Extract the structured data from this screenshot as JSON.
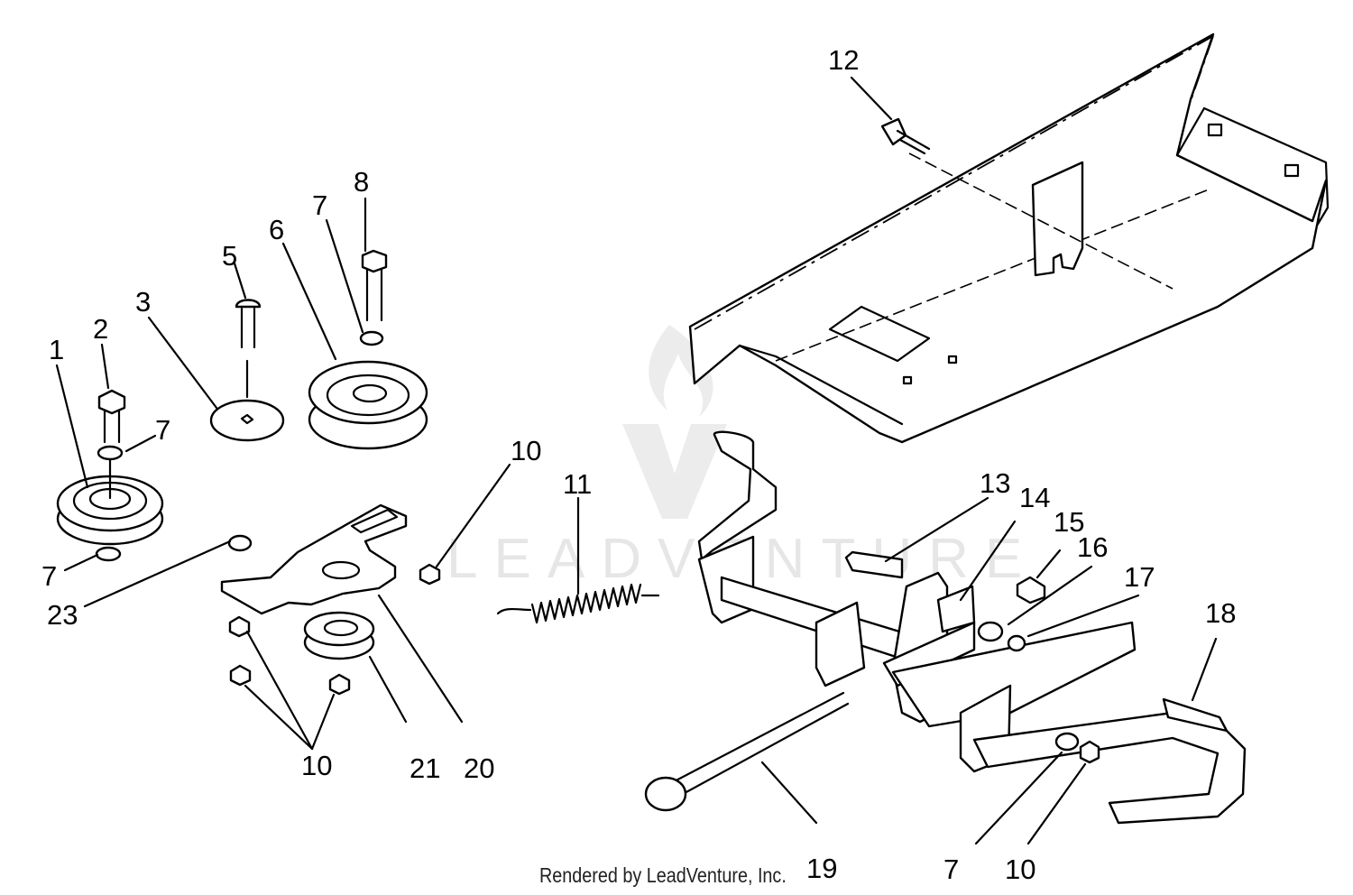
{
  "diagram": {
    "callouts": [
      {
        "id": "c1",
        "text": "1"
      },
      {
        "id": "c2",
        "text": "2"
      },
      {
        "id": "c3",
        "text": "3"
      },
      {
        "id": "c5",
        "text": "5"
      },
      {
        "id": "c6",
        "text": "6"
      },
      {
        "id": "c7a",
        "text": "7"
      },
      {
        "id": "c8",
        "text": "8"
      },
      {
        "id": "c7b",
        "text": "7"
      },
      {
        "id": "c7c",
        "text": "7"
      },
      {
        "id": "c23",
        "text": "23"
      },
      {
        "id": "c10a",
        "text": "10"
      },
      {
        "id": "c11",
        "text": "11"
      },
      {
        "id": "c10b",
        "text": "10"
      },
      {
        "id": "c21",
        "text": "21"
      },
      {
        "id": "c20",
        "text": "20"
      },
      {
        "id": "c12",
        "text": "12"
      },
      {
        "id": "c13",
        "text": "13"
      },
      {
        "id": "c14",
        "text": "14"
      },
      {
        "id": "c15",
        "text": "15"
      },
      {
        "id": "c16",
        "text": "16"
      },
      {
        "id": "c17",
        "text": "17"
      },
      {
        "id": "c18",
        "text": "18"
      },
      {
        "id": "c19",
        "text": "19"
      },
      {
        "id": "c7d",
        "text": "7"
      },
      {
        "id": "c10c",
        "text": "10"
      }
    ]
  },
  "watermark": {
    "text": "LEADVENTURE",
    "color": "#e6e6e6"
  },
  "footer": {
    "credit": "Rendered by LeadVenture, Inc."
  }
}
